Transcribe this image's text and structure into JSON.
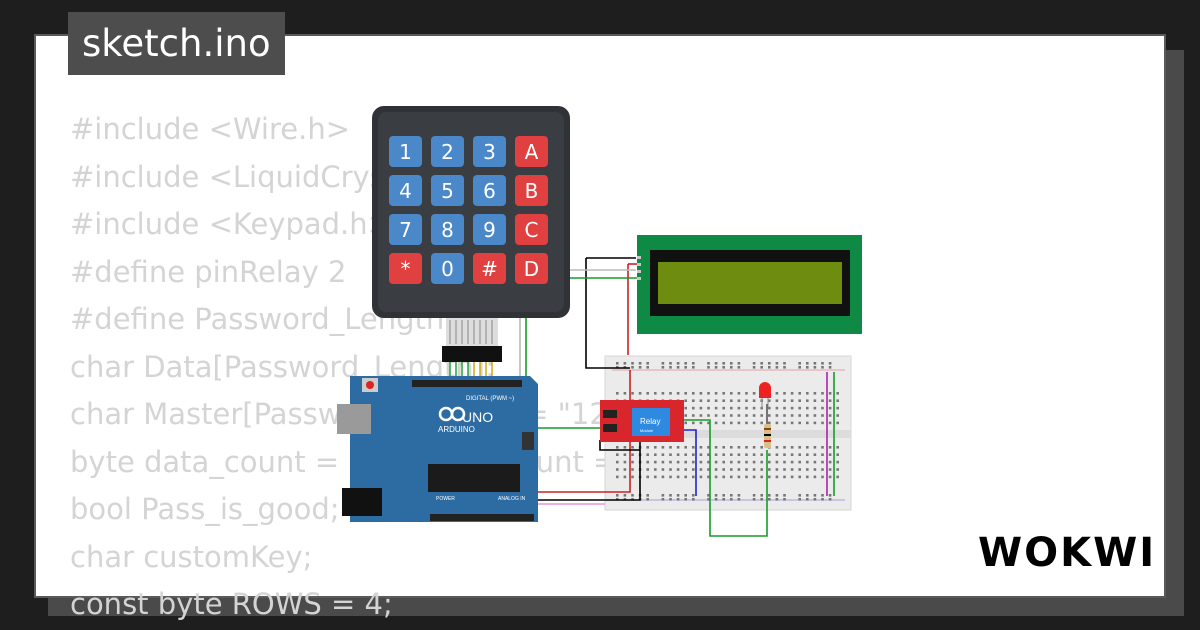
{
  "tab": {
    "filename": "sketch.ino"
  },
  "code_lines": [
    "#include <Wire.h>",
    "#include <LiquidCrystal_I2C.h>",
    "#include <Keypad.h>",
    "#define pinRelay 2",
    "#define Password_Length 7",
    "char Data[Password_Length];",
    "char Master[Password_Length] = \"123456\";",
    "byte data_count = 0, master_count = 0;",
    "bool Pass_is_good;",
    "char customKey;",
    "const byte ROWS = 4;"
  ],
  "keypad": {
    "keys": [
      "1",
      "2",
      "3",
      "A",
      "4",
      "5",
      "6",
      "B",
      "7",
      "8",
      "9",
      "C",
      "*",
      "0",
      "#",
      "D"
    ]
  },
  "arduino": {
    "model": "UNO",
    "brand": "ARDUINO",
    "header_label": "DIGITAL (PWM ~)",
    "power_label": "POWER",
    "analog_label": "ANALOG IN"
  },
  "relay": {
    "label": "Relay",
    "sublabel": "Module"
  },
  "brand": {
    "logo": "WOKWI"
  },
  "colors": {
    "background": "#1e1e1e",
    "card": "#ffffff",
    "code_text": "#d4d4d4",
    "tab": "#4d4d4d",
    "keypad_body": "#2f3236",
    "key_blue": "#4a88c9",
    "key_red": "#e04040",
    "arduino_blue": "#2d6ca3",
    "lcd_green": "#0f8a44",
    "lcd_screen": "#6d8c10",
    "relay_red": "#d9262c"
  }
}
